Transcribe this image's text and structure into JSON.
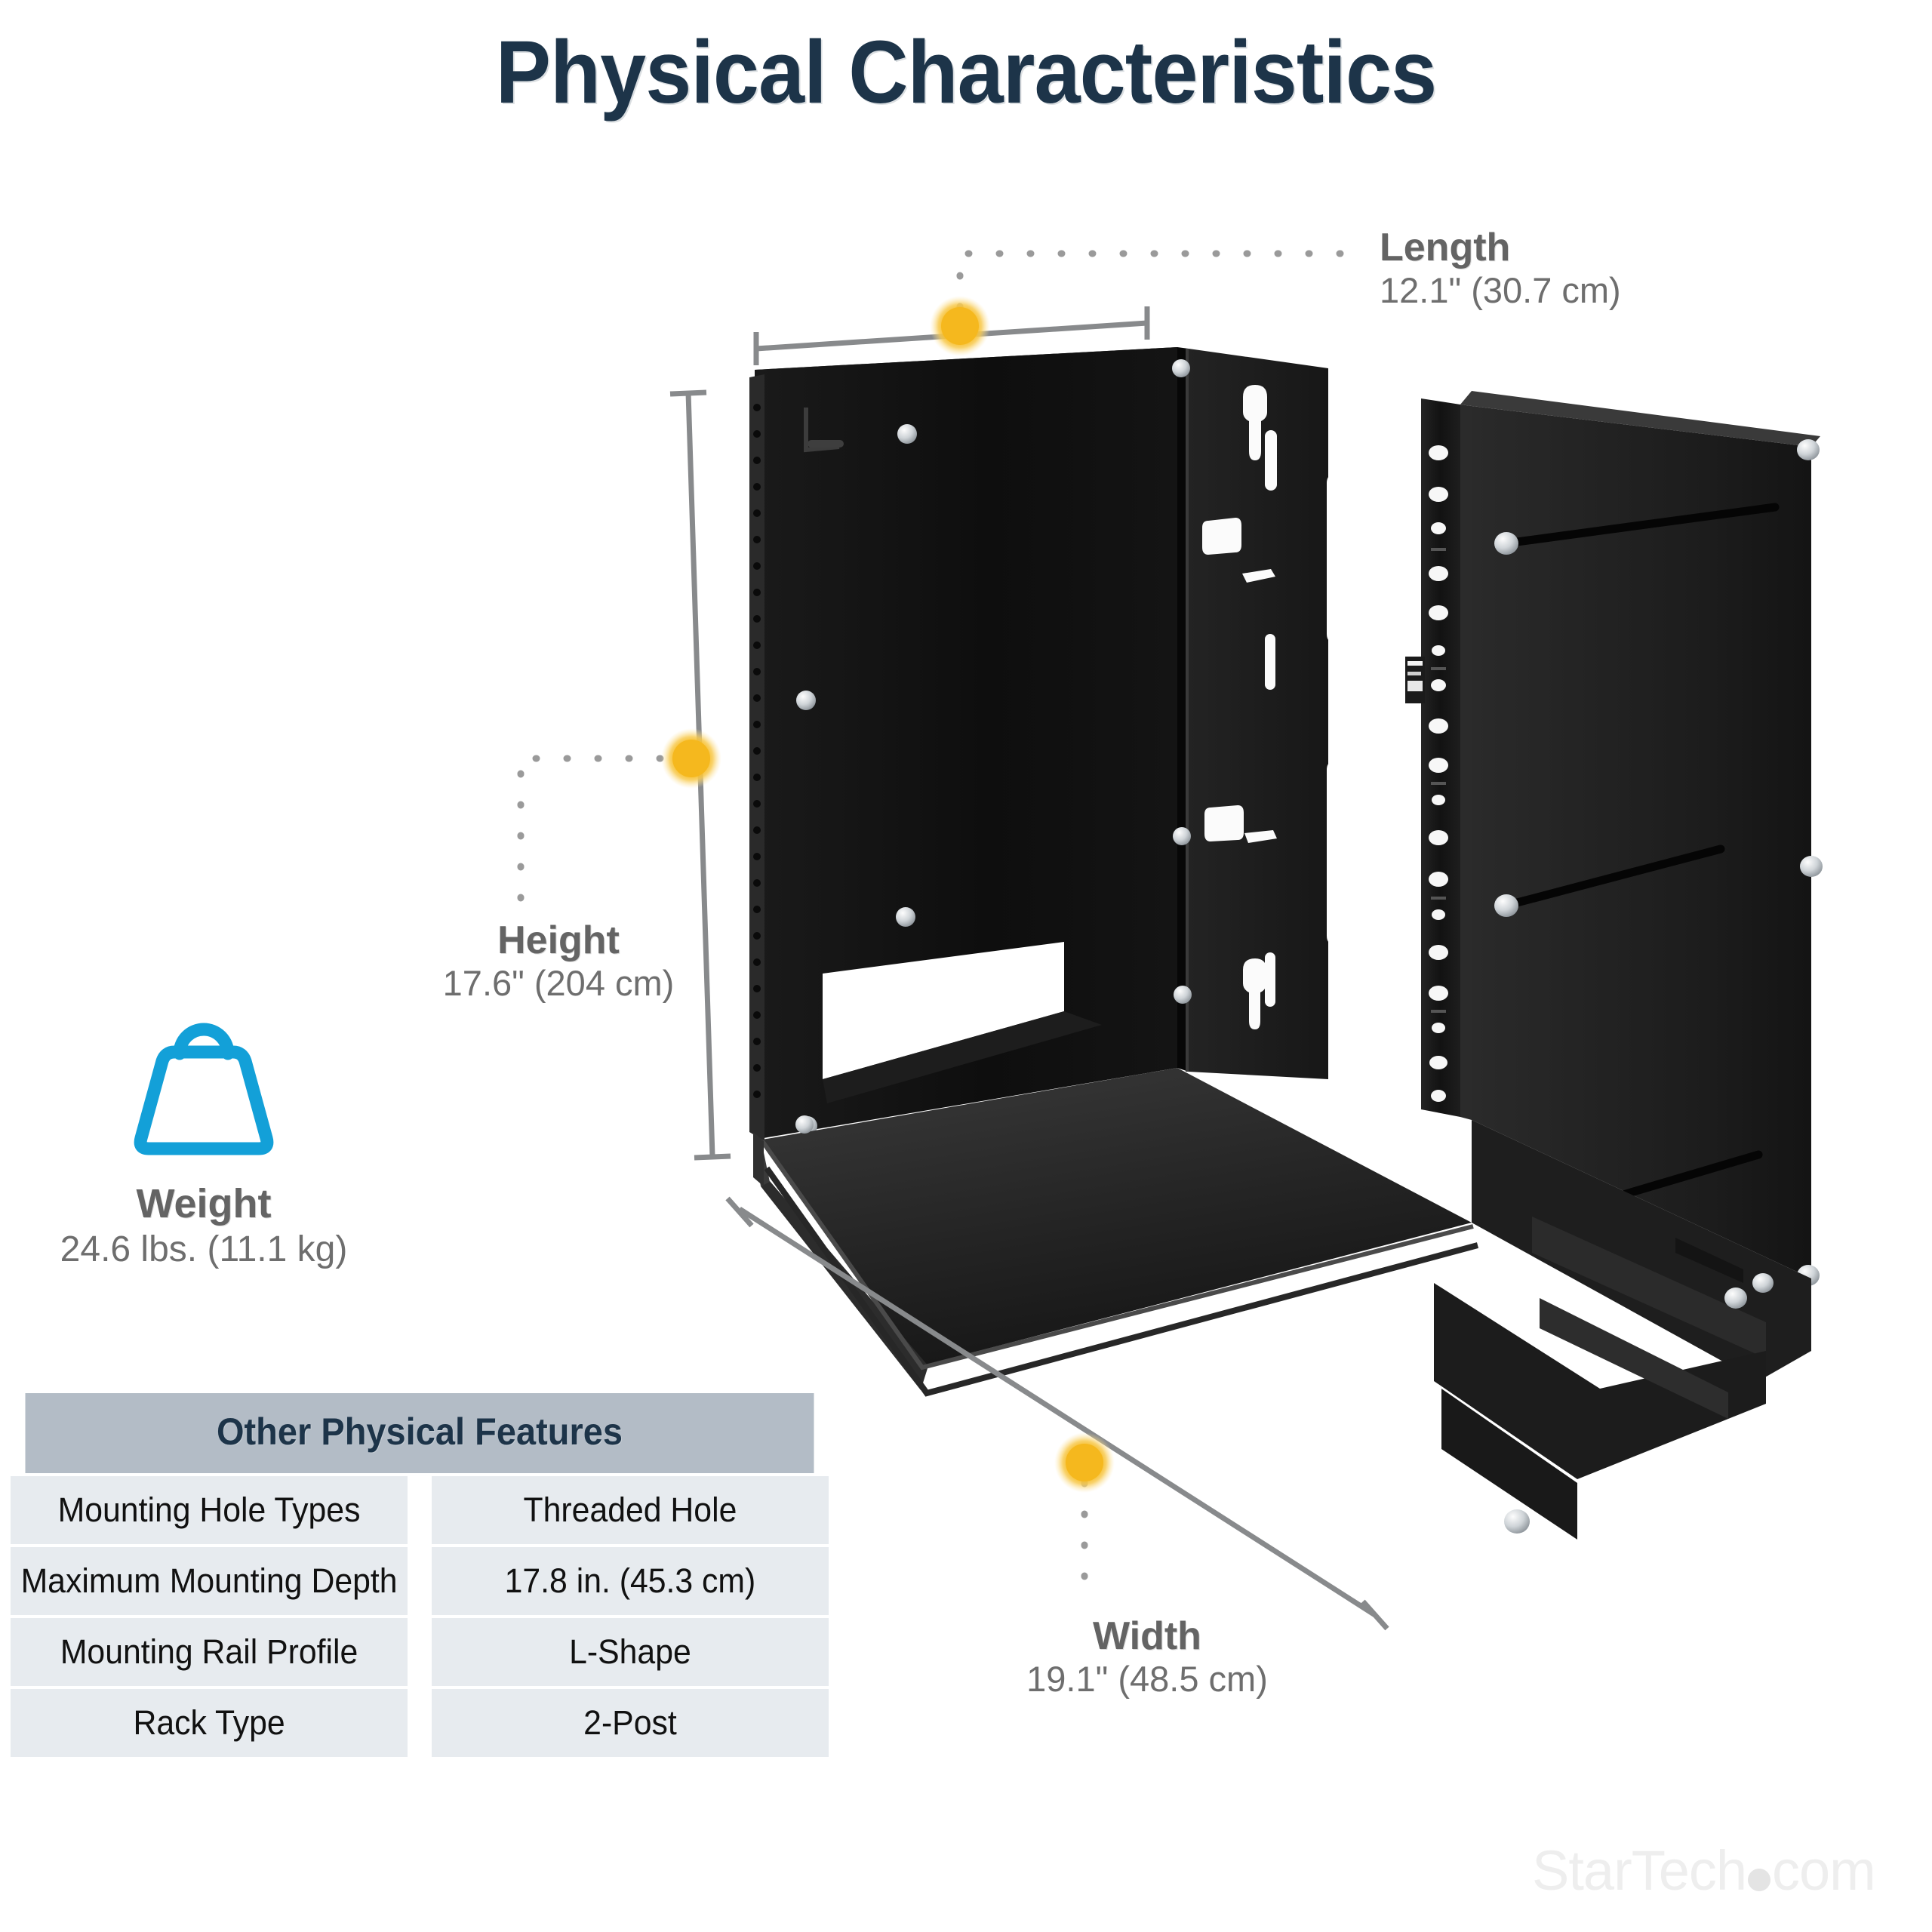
{
  "page": {
    "title": "Physical Characteristics",
    "background_color": "#ffffff",
    "title_color": "#1d3449",
    "accent_dot_color": "#f5b81e",
    "label_color": "#646464",
    "watermark": "StarTech",
    "watermark_suffix": "com"
  },
  "callouts": {
    "length": {
      "name": "Length",
      "value": "12.1\"  (30.7 cm)"
    },
    "height": {
      "name": "Height",
      "value": "17.6\"  (204 cm)"
    },
    "width": {
      "name": "Width",
      "value": "19.1\"  (48.5 cm)"
    },
    "weight": {
      "name": "Weight",
      "value": "24.6 lbs.  (11.1 kg)",
      "icon": "weight-icon",
      "icon_color": "#13a0d8"
    }
  },
  "table": {
    "header": "Other Physical Features",
    "header_bg": "#b3bcc6",
    "row_bg": "#e7ebef",
    "rows": [
      {
        "key": "Mounting Hole Types",
        "value": "Threaded Hole"
      },
      {
        "key": "Maximum Mounting Depth",
        "value": "17.8 in. (45.3 cm)"
      },
      {
        "key": "Mounting Rail Profile",
        "value": "L-Shape"
      },
      {
        "key": "Rack Type",
        "value": "2-Post"
      }
    ]
  },
  "product": {
    "name": "wall-mount open-frame 2-post server rack",
    "body_color": "#141414",
    "screw_color": "#d8dce0"
  }
}
